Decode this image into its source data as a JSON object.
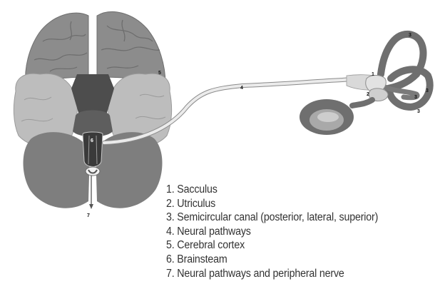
{
  "diagram": {
    "markers": {
      "sacculus": "1",
      "utriculus": "2",
      "semicircular_canals": [
        "3",
        "3",
        "3",
        "3"
      ],
      "neural_pathways": "4",
      "cerebral_cortex": "5",
      "brainstem": "6",
      "peripheral_nerve": "7"
    },
    "legend": [
      "1. Sacculus",
      "2. Utriculus",
      "3. Semicircular canal (posterior, lateral, superior)",
      "4. Neural pathways",
      "5. Cerebral cortex",
      "6. Brainsteam",
      "7. Neural pathways and peripheral nerve"
    ]
  }
}
